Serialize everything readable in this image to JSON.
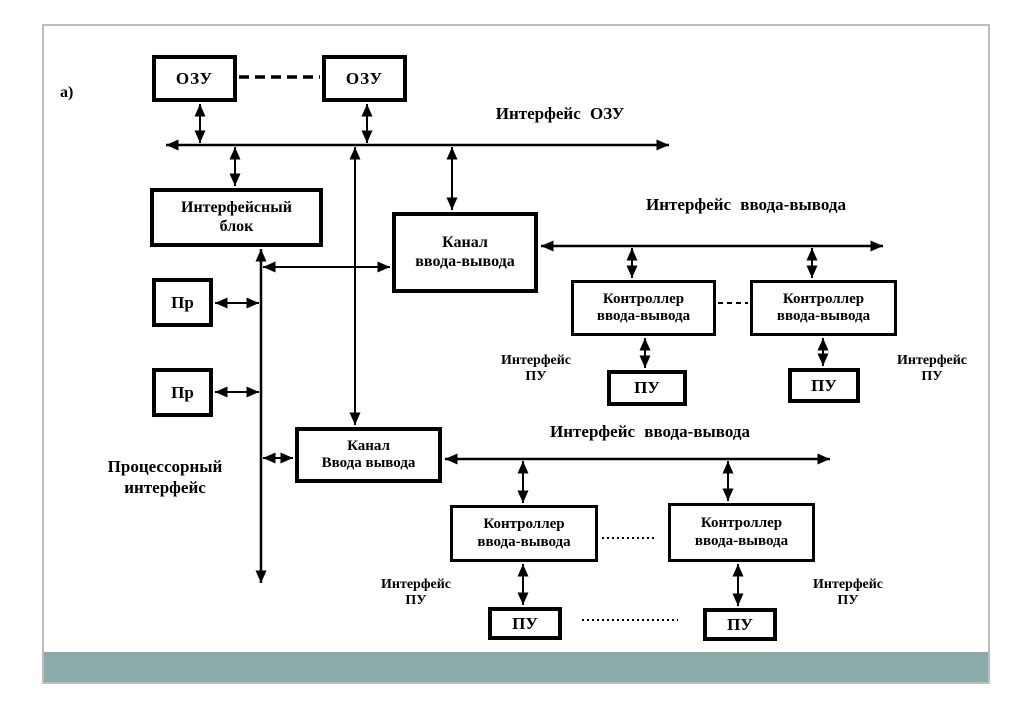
{
  "colors": {
    "diagram_line": "#000000",
    "footer_bar": "#8babab",
    "page_border": "#bdbdbd",
    "box_fill": "#ffffff"
  },
  "labels": {
    "figure": "а)",
    "ozu_interface": "Интерфейс ОЗУ",
    "io_interface_top": "Интерфейс ввода-вывода",
    "io_interface_bottom": "Интерфейс ввода-вывода",
    "processor_interface": {
      "line1": "Процессорный",
      "line2": "интерфейс"
    },
    "pu_interface": {
      "line1": "Интерфейс",
      "line2": "ПУ"
    }
  },
  "nodes": {
    "ozu1": {
      "label": "ОЗУ"
    },
    "ozu2": {
      "label": "ОЗУ"
    },
    "interface_block": {
      "line1": "Интерфейсный",
      "line2": "блок"
    },
    "pr1": {
      "label": "Пр"
    },
    "pr2": {
      "label": "Пр"
    },
    "channel_top": {
      "line1": "Канал",
      "line2": "ввода-вывода"
    },
    "channel_bottom": {
      "line1": "Канал",
      "line2": "Ввода вывода"
    },
    "controller_top1": {
      "line1": "Контроллер",
      "line2": "ввода-вывода"
    },
    "controller_top2": {
      "line1": "Контроллер",
      "line2": "ввода-вывода"
    },
    "controller_bottom1": {
      "line1": "Контроллер",
      "line2": "ввода-вывода"
    },
    "controller_bottom2": {
      "line1": "Контроллер",
      "line2": "ввода-вывода"
    },
    "pu_top1": {
      "label": "ПУ"
    },
    "pu_top2": {
      "label": "ПУ"
    },
    "pu_bottom1": {
      "label": "ПУ"
    },
    "pu_bottom2": {
      "label": "ПУ"
    }
  }
}
